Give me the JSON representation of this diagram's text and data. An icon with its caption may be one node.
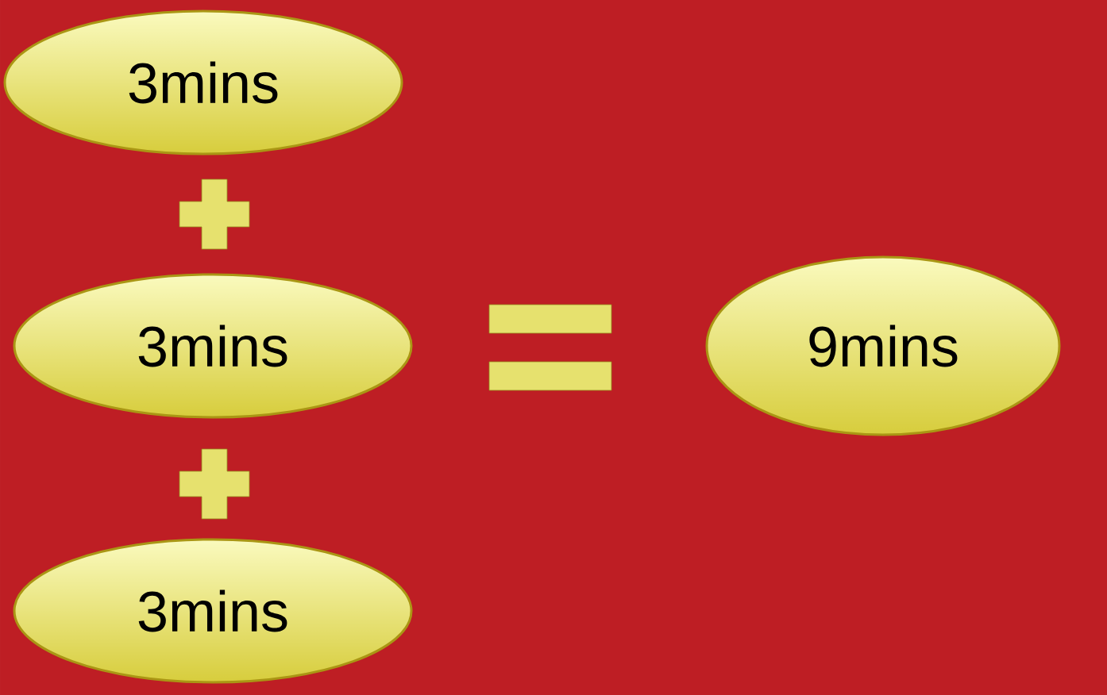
{
  "diagram": {
    "nodes": [
      {
        "text": [
          "3mins"
        ]
      },
      {
        "text": [
          "3mins"
        ]
      },
      {
        "text": [
          "3mins"
        ]
      },
      {
        "text": [
          "9mins"
        ]
      }
    ]
  }
}
